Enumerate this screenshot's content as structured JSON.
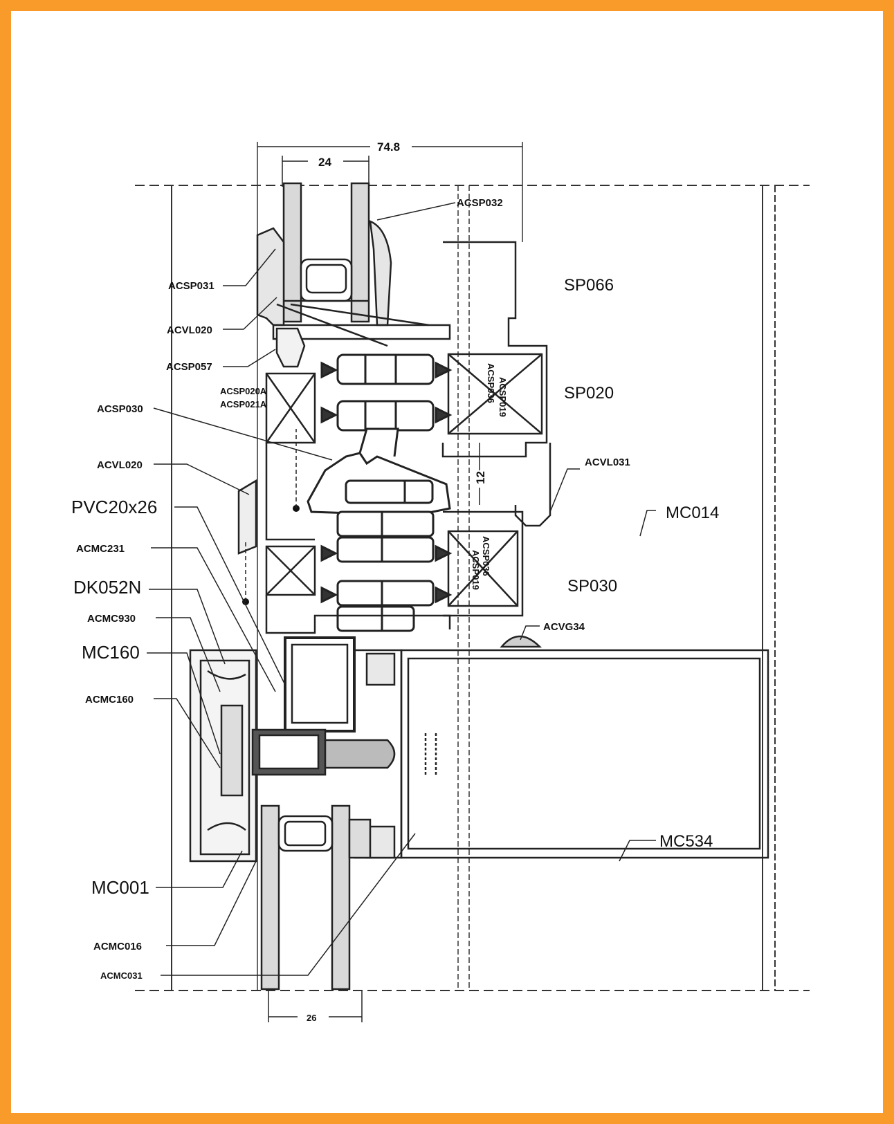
{
  "frame_color": "#f89b2a",
  "dimensions": {
    "overall": "74.8",
    "glass_top": "24",
    "gap": "12",
    "glass_bottom": "26"
  },
  "labels": {
    "acsp032": "ACSP032",
    "acsp031": "ACSP031",
    "acvl020_top": "ACVL020",
    "acsp057": "ACSP057",
    "acsp030": "ACSP030",
    "acsp020a": "ACSP020A",
    "acsp021a": "ACSP021A",
    "acvl020_mid": "ACVL020",
    "pvc20x26": "PVC20x26",
    "acmc231": "ACMC231",
    "dk052n": "DK052N",
    "acmc930": "ACMC930",
    "mc160": "MC160",
    "acmc160": "ACMC160",
    "mc001": "MC001",
    "acmc016": "ACMC016",
    "acmc031": "ACMC031",
    "sp066": "SP066",
    "sp020": "SP020",
    "sp030": "SP030",
    "acvl031": "ACVL031",
    "mc014": "MC014",
    "acvg34": "ACVG34",
    "mc534": "MC534",
    "box1_a": "ACSP036",
    "box1_b": "ACSP019",
    "box2_a": "ACSP036",
    "box2_b": "ACSP019"
  }
}
